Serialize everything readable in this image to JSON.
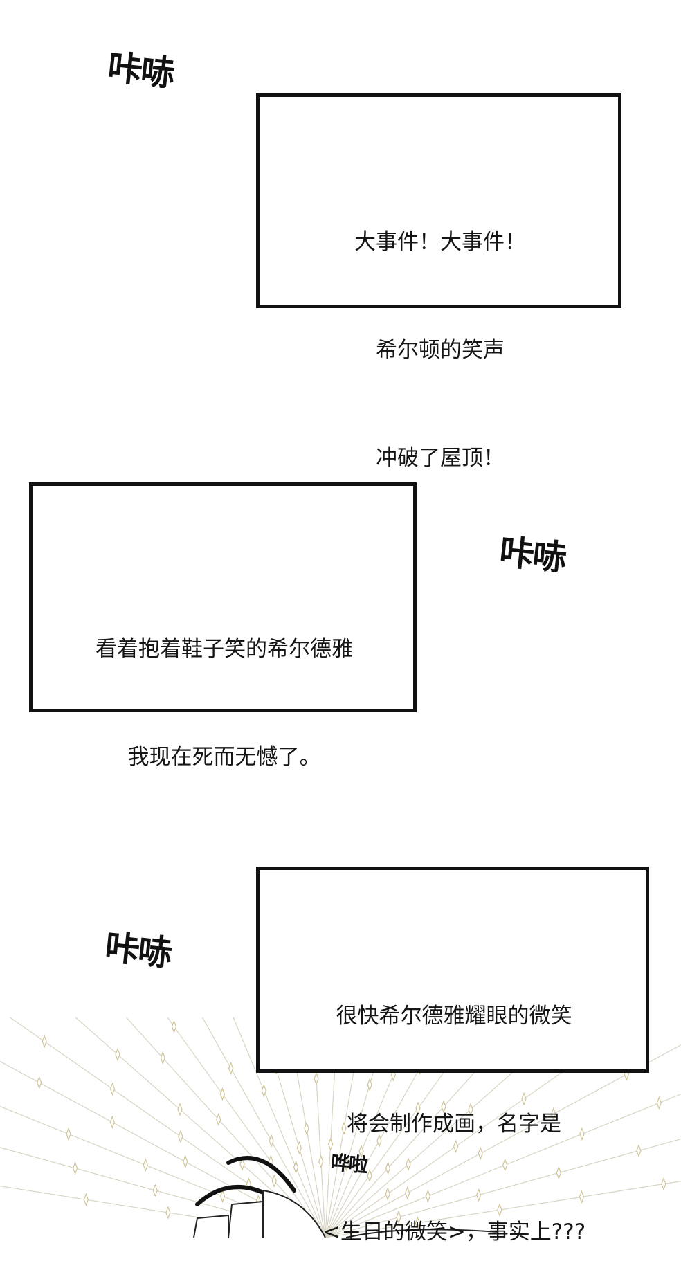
{
  "panels": [
    {
      "sfx": "咔哧",
      "narration": [
        "大事件！大事件！",
        "希尔顿的笑声",
        "冲破了屋顶！"
      ]
    },
    {
      "sfx": "咔哧",
      "narration": [
        "看着抱着鞋子笑的希尔德雅",
        "我现在死而无憾了。"
      ]
    },
    {
      "sfx": "咔哧",
      "narration": [
        "很快希尔德雅耀眼的微笑",
        "将会制作成画，名字是",
        "<生日的微笑>，事实上???"
      ],
      "sound": "哗啦"
    }
  ]
}
